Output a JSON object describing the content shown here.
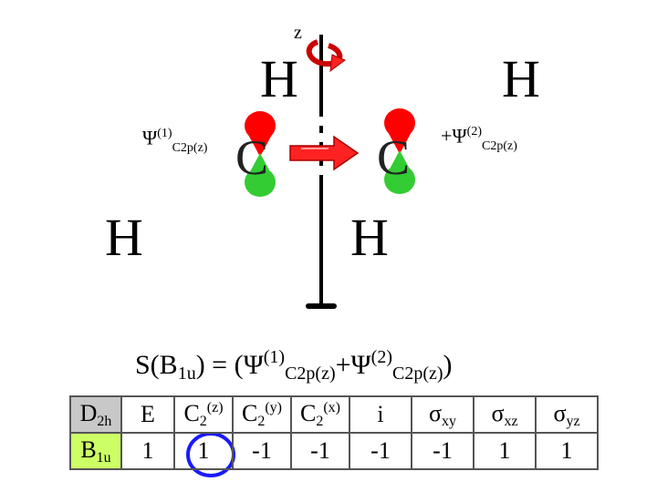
{
  "diagram": {
    "axis_label": "z",
    "atoms": {
      "h_top_left": "H",
      "h_top_right": "H",
      "c_left": "C",
      "c_right": "C",
      "h_bottom_left": "H",
      "h_bottom_right": "H"
    },
    "psi1": {
      "symbol": "Ψ",
      "sup": "(1)",
      "sub": "C2p(z)"
    },
    "psi2": {
      "prefix": "+",
      "symbol": "Ψ",
      "sup": "(2)",
      "sub": "C2p(z)"
    },
    "colors": {
      "lobe_top": "#ff0000",
      "lobe_bottom": "#33cc33",
      "arrow": "#ff0000",
      "circle": "#1a1aff"
    }
  },
  "equation": {
    "lhs": "S(B",
    "lhs_sub": "1u",
    "lhs_close": ") = (",
    "psi": "Ψ",
    "t1_sup": "(1)",
    "t1_sub": "C2p(z)",
    "plus": "+",
    "t2_sup": "(2)",
    "t2_sub": "C2p(z)",
    "close": ")"
  },
  "char_table": {
    "group": {
      "main": "D",
      "sub": "2h"
    },
    "irrep": {
      "main": "B",
      "sub": "1u"
    },
    "operations": [
      {
        "main": "E",
        "sup": "",
        "sub": ""
      },
      {
        "main": "C",
        "sub": "2",
        "sup": "(z)"
      },
      {
        "main": "C",
        "sub": "2",
        "sup": "(y)"
      },
      {
        "main": "C",
        "sub": "2",
        "sup": "(x)"
      },
      {
        "main": "i",
        "sup": "",
        "sub": ""
      },
      {
        "main": "σ",
        "sub": "xy",
        "sup": ""
      },
      {
        "main": "σ",
        "sub": "xz",
        "sup": ""
      },
      {
        "main": "σ",
        "sub": "yz",
        "sup": ""
      }
    ],
    "characters": [
      "1",
      "1",
      "-1",
      "-1",
      "-1",
      "-1",
      "1",
      "1"
    ],
    "highlighted_index": 1
  }
}
